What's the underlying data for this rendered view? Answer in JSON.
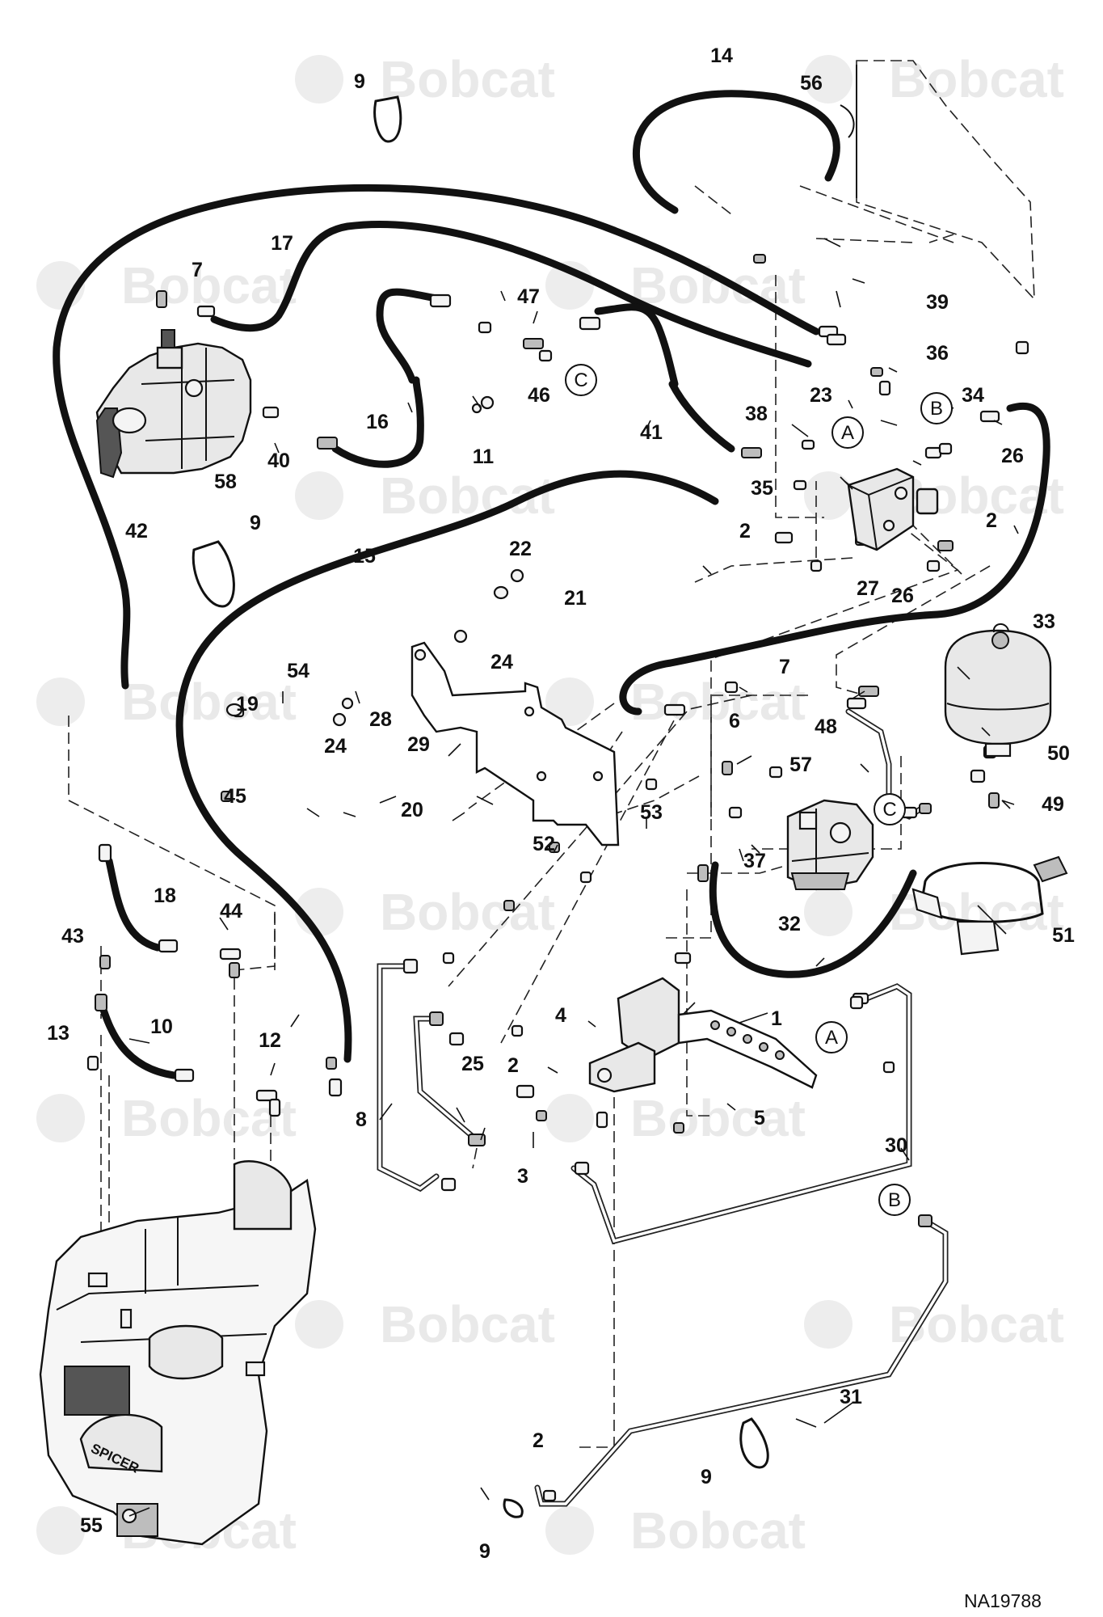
{
  "diagram": {
    "watermark_text": "Bobcat",
    "drawing_number": "NA19788",
    "engraving_text": "SPICER",
    "callouts": [
      "A",
      "B",
      "C"
    ],
    "part_numbers": [
      "1",
      "2",
      "3",
      "4",
      "5",
      "6",
      "7",
      "8",
      "9",
      "10",
      "11",
      "12",
      "13",
      "14",
      "15",
      "16",
      "17",
      "18",
      "19",
      "20",
      "21",
      "22",
      "23",
      "24",
      "25",
      "26",
      "27",
      "28",
      "29",
      "30",
      "31",
      "32",
      "33",
      "34",
      "35",
      "36",
      "37",
      "38",
      "39",
      "40",
      "41",
      "42",
      "43",
      "44",
      "45",
      "46",
      "47",
      "48",
      "49",
      "50",
      "51",
      "52",
      "53",
      "54",
      "55",
      "56",
      "57",
      "58"
    ],
    "colors": {
      "line": "#111111",
      "watermark": "#e9e9e9",
      "background": "#ffffff"
    }
  }
}
